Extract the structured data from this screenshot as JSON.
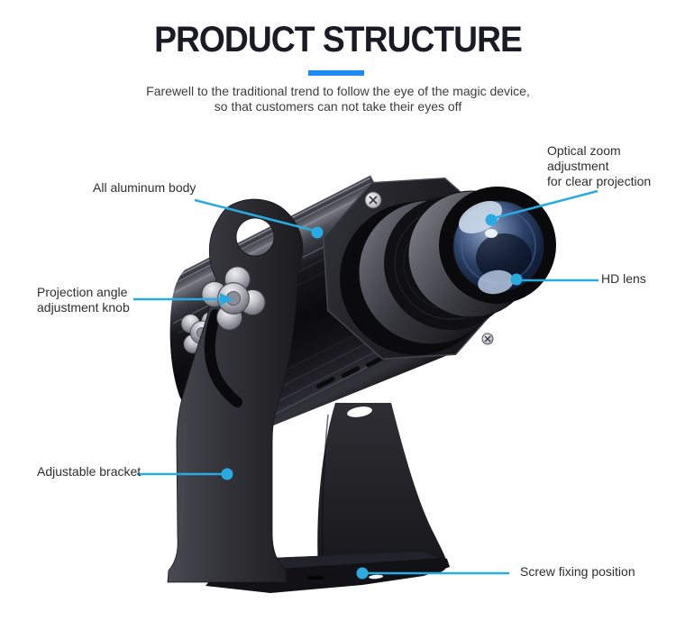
{
  "page": {
    "title": "PRODUCT STRUCTURE",
    "subtitle": [
      "Farewell to the traditional trend to follow the eye of the magic device,",
      "so that customers can not take their eyes off"
    ]
  },
  "callouts": {
    "optical_zoom": {
      "lines": [
        "Optical zoom",
        "adjustment",
        "for clear projection"
      ]
    },
    "aluminum_body": {
      "label": "All aluminum body"
    },
    "hd_lens": {
      "label": "HD lens"
    },
    "angle_knob": {
      "lines": [
        "Projection angle",
        "adjustment knob"
      ]
    },
    "bracket": {
      "label": "Adjustable bracket"
    },
    "screw_fixing": {
      "label": "Screw fixing position"
    }
  },
  "illustration": "black-gobo-projector-on-adjustable-bracket",
  "colors": {
    "accent": "#29abe2",
    "divider": "#1e8bf0",
    "title": "#1b1b26",
    "subtitle": "#3c3c3c",
    "label": "#2e2e2e"
  }
}
